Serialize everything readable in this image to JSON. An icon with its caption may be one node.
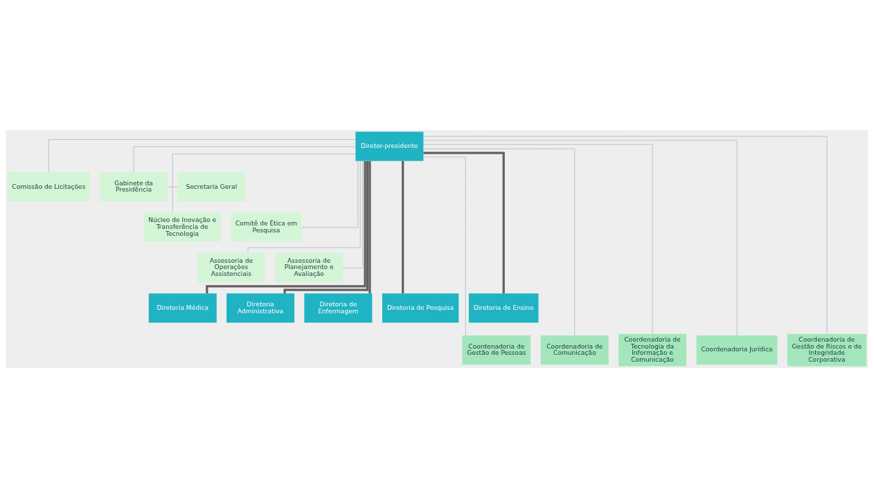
{
  "diagram": {
    "nodes": [
      {
        "text": [
          "Diretor-presidente"
        ]
      },
      {
        "text": [
          "Comissão de Licitações"
        ]
      },
      {
        "text": [
          "Gabinete da Presidência"
        ]
      },
      {
        "text": [
          "Secretaria Geral"
        ]
      },
      {
        "text": [
          "Núcleo de Inovação e Transferência de Tecnologia"
        ]
      },
      {
        "text": [
          "Comitê de Ética em Pesquisa"
        ]
      },
      {
        "text": [
          "Assessoria de Operações Assistenciais"
        ]
      },
      {
        "text": [
          "Assessoria de Planejamento e Avaliação"
        ]
      },
      {
        "text": [
          "Diretoria Médica"
        ]
      },
      {
        "text": [
          "Diretoria Administrativa"
        ]
      },
      {
        "text": [
          "Diretoria de Enfermagem"
        ]
      },
      {
        "text": [
          "Diretoria de Pesquisa"
        ]
      },
      {
        "text": [
          "Diretoria de Ensino"
        ]
      },
      {
        "text": [
          "Coordenadoria de Gestão de Pessoas"
        ]
      },
      {
        "text": [
          "Coordenadoria de Comunicação"
        ]
      },
      {
        "text": [
          "Coordenadoria de Tecnologia da Informação e Comunicação"
        ]
      },
      {
        "text": [
          "Coordenadoria Jurídica"
        ]
      },
      {
        "text": [
          "Coordenadoria de Gestão de Riscos e de Integridade Corporativa"
        ]
      }
    ],
    "edges": [
      {
        "from": 0,
        "to": 1,
        "arrow": "none"
      },
      {
        "from": 0,
        "to": 2,
        "arrow": "none"
      },
      {
        "from": 2,
        "to": 3,
        "arrow": "none"
      },
      {
        "from": 0,
        "to": 4,
        "arrow": "none"
      },
      {
        "from": 0,
        "to": 5,
        "arrow": "none"
      },
      {
        "from": 0,
        "to": 6,
        "arrow": "none"
      },
      {
        "from": 0,
        "to": 7,
        "arrow": "none"
      },
      {
        "from": 0,
        "to": 8,
        "arrow": "none",
        "style": "thick",
        "color": "#616161"
      },
      {
        "from": 0,
        "to": 9,
        "arrow": "none",
        "style": "thick",
        "color": "#616161"
      },
      {
        "from": 0,
        "to": 10,
        "arrow": "none",
        "style": "thick",
        "color": "#616161"
      },
      {
        "from": 0,
        "to": 11,
        "arrow": "none",
        "style": "thick",
        "color": "#616161"
      },
      {
        "from": 0,
        "to": 12,
        "arrow": "none",
        "style": "thick",
        "color": "#616161"
      },
      {
        "from": 0,
        "to": 13,
        "arrow": "none"
      },
      {
        "from": 0,
        "to": 14,
        "arrow": "none"
      },
      {
        "from": 0,
        "to": 15,
        "arrow": "none"
      },
      {
        "from": 0,
        "to": 16,
        "arrow": "none"
      },
      {
        "from": 0,
        "to": 17,
        "arrow": "none"
      }
    ]
  }
}
